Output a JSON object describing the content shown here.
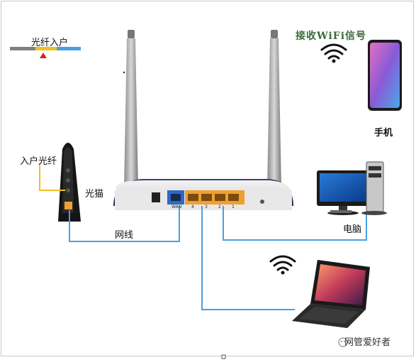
{
  "labels": {
    "fiber_input": "光纤入户",
    "home_fiber": "入户光纤",
    "optical_modem": "光猫",
    "network_cable": "网线",
    "computer": "电脑",
    "phone": "手机",
    "receive_wifi": "接收WiFi信号",
    "watermark": "网管爱好者"
  },
  "router_ports": {
    "wan": "WAN",
    "lan": [
      "4",
      "3",
      "2",
      "1"
    ]
  },
  "colors": {
    "cable_blue": "#4a9fe0",
    "fiber_yellow": "#f0c020",
    "port_orange": "#f0a030",
    "fiber_gray": "#808080",
    "fiber_marker_red": "#e02020"
  }
}
